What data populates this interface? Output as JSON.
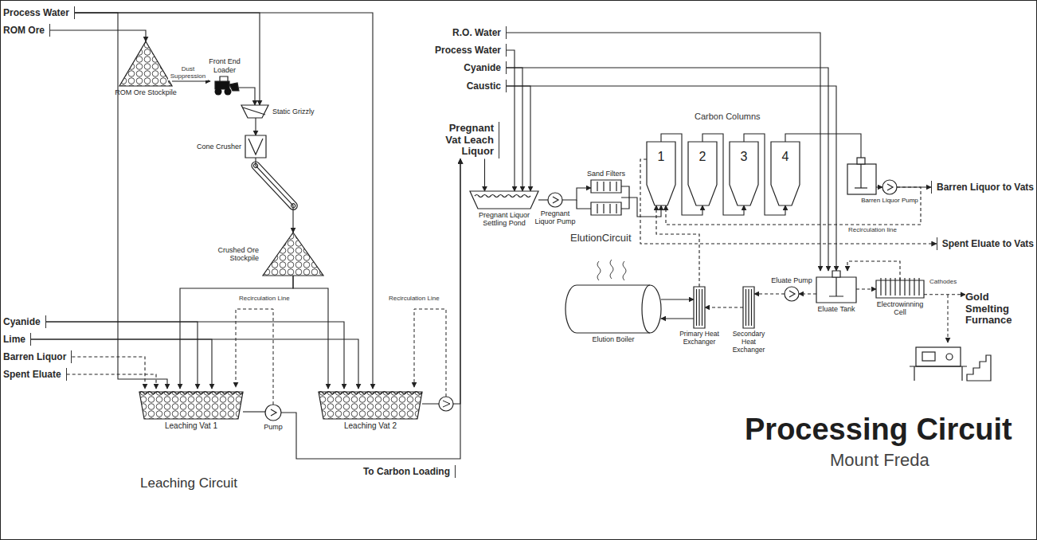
{
  "diagram": {
    "title": "Processing Circuit",
    "caption": "Mount Freda",
    "nodes": [
      {
        "text": [
          "Process Water"
        ]
      },
      {
        "text": [
          "ROM Ore"
        ]
      },
      {
        "text": [
          "ROM Ore Stockpile"
        ]
      },
      {
        "text": [
          "Front End Loader"
        ]
      },
      {
        "text": [
          "Static Grizzly"
        ]
      },
      {
        "text": [
          "Cone Crusher"
        ]
      },
      {
        "text": [
          "Crushed Ore Stockpile"
        ]
      },
      {
        "text": [
          "Cyanide"
        ]
      },
      {
        "text": [
          "Lime"
        ]
      },
      {
        "text": [
          "Barren Liquor"
        ]
      },
      {
        "text": [
          "Spent Eluate"
        ]
      },
      {
        "text": [
          "Leaching Vat 1"
        ]
      },
      {
        "text": [
          "Pump"
        ]
      },
      {
        "text": [
          "Leaching Vat 2"
        ]
      },
      {
        "text": [
          "To Carbon Loading"
        ]
      },
      {
        "text": [
          "R.O. Water"
        ]
      },
      {
        "text": [
          "Process Water"
        ]
      },
      {
        "text": [
          "Cyanide"
        ]
      },
      {
        "text": [
          "Caustic"
        ]
      },
      {
        "text": [
          "Pregnant Vat Leach Liquor"
        ]
      },
      {
        "text": [
          "Pregnant Liquor Settling Pond"
        ]
      },
      {
        "text": [
          "Pregnant Liquor Pump"
        ]
      },
      {
        "text": [
          "Sand Filters"
        ]
      },
      {
        "text": [
          "1"
        ]
      },
      {
        "text": [
          "2"
        ]
      },
      {
        "text": [
          "3"
        ]
      },
      {
        "text": [
          "4"
        ]
      },
      {
        "text": [
          "Barren Liquor Pump"
        ]
      },
      {
        "text": [
          "Barren Liquor to Vats"
        ]
      },
      {
        "text": [
          "Spent Eluate to Vats"
        ]
      },
      {
        "text": [
          "Elution Boiler"
        ]
      },
      {
        "text": [
          "Primary Heat Exchanger"
        ]
      },
      {
        "text": [
          "Secondary Heat Exchanger"
        ]
      },
      {
        "text": [
          "Eluate Pump"
        ]
      },
      {
        "text": [
          "Eluate Tank"
        ]
      },
      {
        "text": [
          "Electrowinning Cell"
        ]
      },
      {
        "text": [
          "Gold Smelting Furnance"
        ]
      }
    ],
    "edges": [
      {
        "from": 1,
        "to": 2,
        "arrow": "to"
      },
      {
        "from": 2,
        "to": 3,
        "arrow": "to",
        "label": "Dust Suppression"
      },
      {
        "from": 3,
        "to": 4,
        "arrow": "to"
      },
      {
        "from": 0,
        "to": 4,
        "arrow": "to"
      },
      {
        "from": 4,
        "to": 5,
        "arrow": "to"
      },
      {
        "from": 5,
        "to": 6,
        "arrow": "to"
      },
      {
        "from": 6,
        "to": 11,
        "arrow": "to"
      },
      {
        "from": 6,
        "to": 13,
        "arrow": "to"
      },
      {
        "from": 0,
        "to": 11,
        "arrow": "to"
      },
      {
        "from": 0,
        "to": 13,
        "arrow": "to"
      },
      {
        "from": 7,
        "to": 11,
        "arrow": "to"
      },
      {
        "from": 7,
        "to": 13,
        "arrow": "to"
      },
      {
        "from": 8,
        "to": 11,
        "arrow": "to"
      },
      {
        "from": 8,
        "to": 13,
        "arrow": "to"
      },
      {
        "from": 9,
        "to": 11,
        "arrow": "to"
      },
      {
        "from": 10,
        "to": 11,
        "arrow": "to"
      },
      {
        "from": 11,
        "to": 12,
        "arrow": "none"
      },
      {
        "from": 12,
        "to": 19,
        "arrow": "to"
      },
      {
        "from": 13,
        "to": 19,
        "arrow": "to"
      },
      {
        "from": 19,
        "to": 20,
        "arrow": "to"
      },
      {
        "from": 16,
        "to": 20,
        "arrow": "to"
      },
      {
        "from": 17,
        "to": 20,
        "arrow": "to"
      },
      {
        "from": 18,
        "to": 20,
        "arrow": "to"
      },
      {
        "from": 20,
        "to": 21,
        "arrow": "none"
      },
      {
        "from": 21,
        "to": 22,
        "arrow": "to"
      },
      {
        "from": 22,
        "to": 23,
        "arrow": "to"
      },
      {
        "from": 23,
        "to": 24,
        "arrow": "to"
      },
      {
        "from": 24,
        "to": 25,
        "arrow": "to"
      },
      {
        "from": 25,
        "to": 26,
        "arrow": "to"
      },
      {
        "from": 26,
        "to": 27,
        "arrow": "to"
      },
      {
        "from": 27,
        "to": 28,
        "arrow": "to"
      },
      {
        "from": 27,
        "to": 23,
        "arrow": "to",
        "label": "Recirculation line"
      },
      {
        "from": 23,
        "to": 29,
        "arrow": "to"
      },
      {
        "from": 31,
        "to": 23,
        "arrow": "to"
      },
      {
        "from": 30,
        "to": 31,
        "arrow": "to"
      },
      {
        "from": 31,
        "to": 30,
        "arrow": "to"
      },
      {
        "from": 32,
        "to": 31,
        "arrow": "to"
      },
      {
        "from": 33,
        "to": 32,
        "arrow": "to"
      },
      {
        "from": 34,
        "to": 33,
        "arrow": "to"
      },
      {
        "from": 34,
        "to": 35,
        "arrow": "to"
      },
      {
        "from": 35,
        "to": 34,
        "arrow": "to"
      },
      {
        "from": 35,
        "to": 36,
        "arrow": "to",
        "label": "Cathodes"
      },
      {
        "from": 15,
        "to": 34,
        "arrow": "to"
      },
      {
        "from": 17,
        "to": 34,
        "arrow": "to"
      },
      {
        "from": 18,
        "to": 34,
        "arrow": "to"
      }
    ],
    "labels": [
      "Recirculation Line",
      "Recirculation Line",
      "Leaching Circuit",
      "Carbon Columns",
      "ElutionCircuit"
    ]
  }
}
